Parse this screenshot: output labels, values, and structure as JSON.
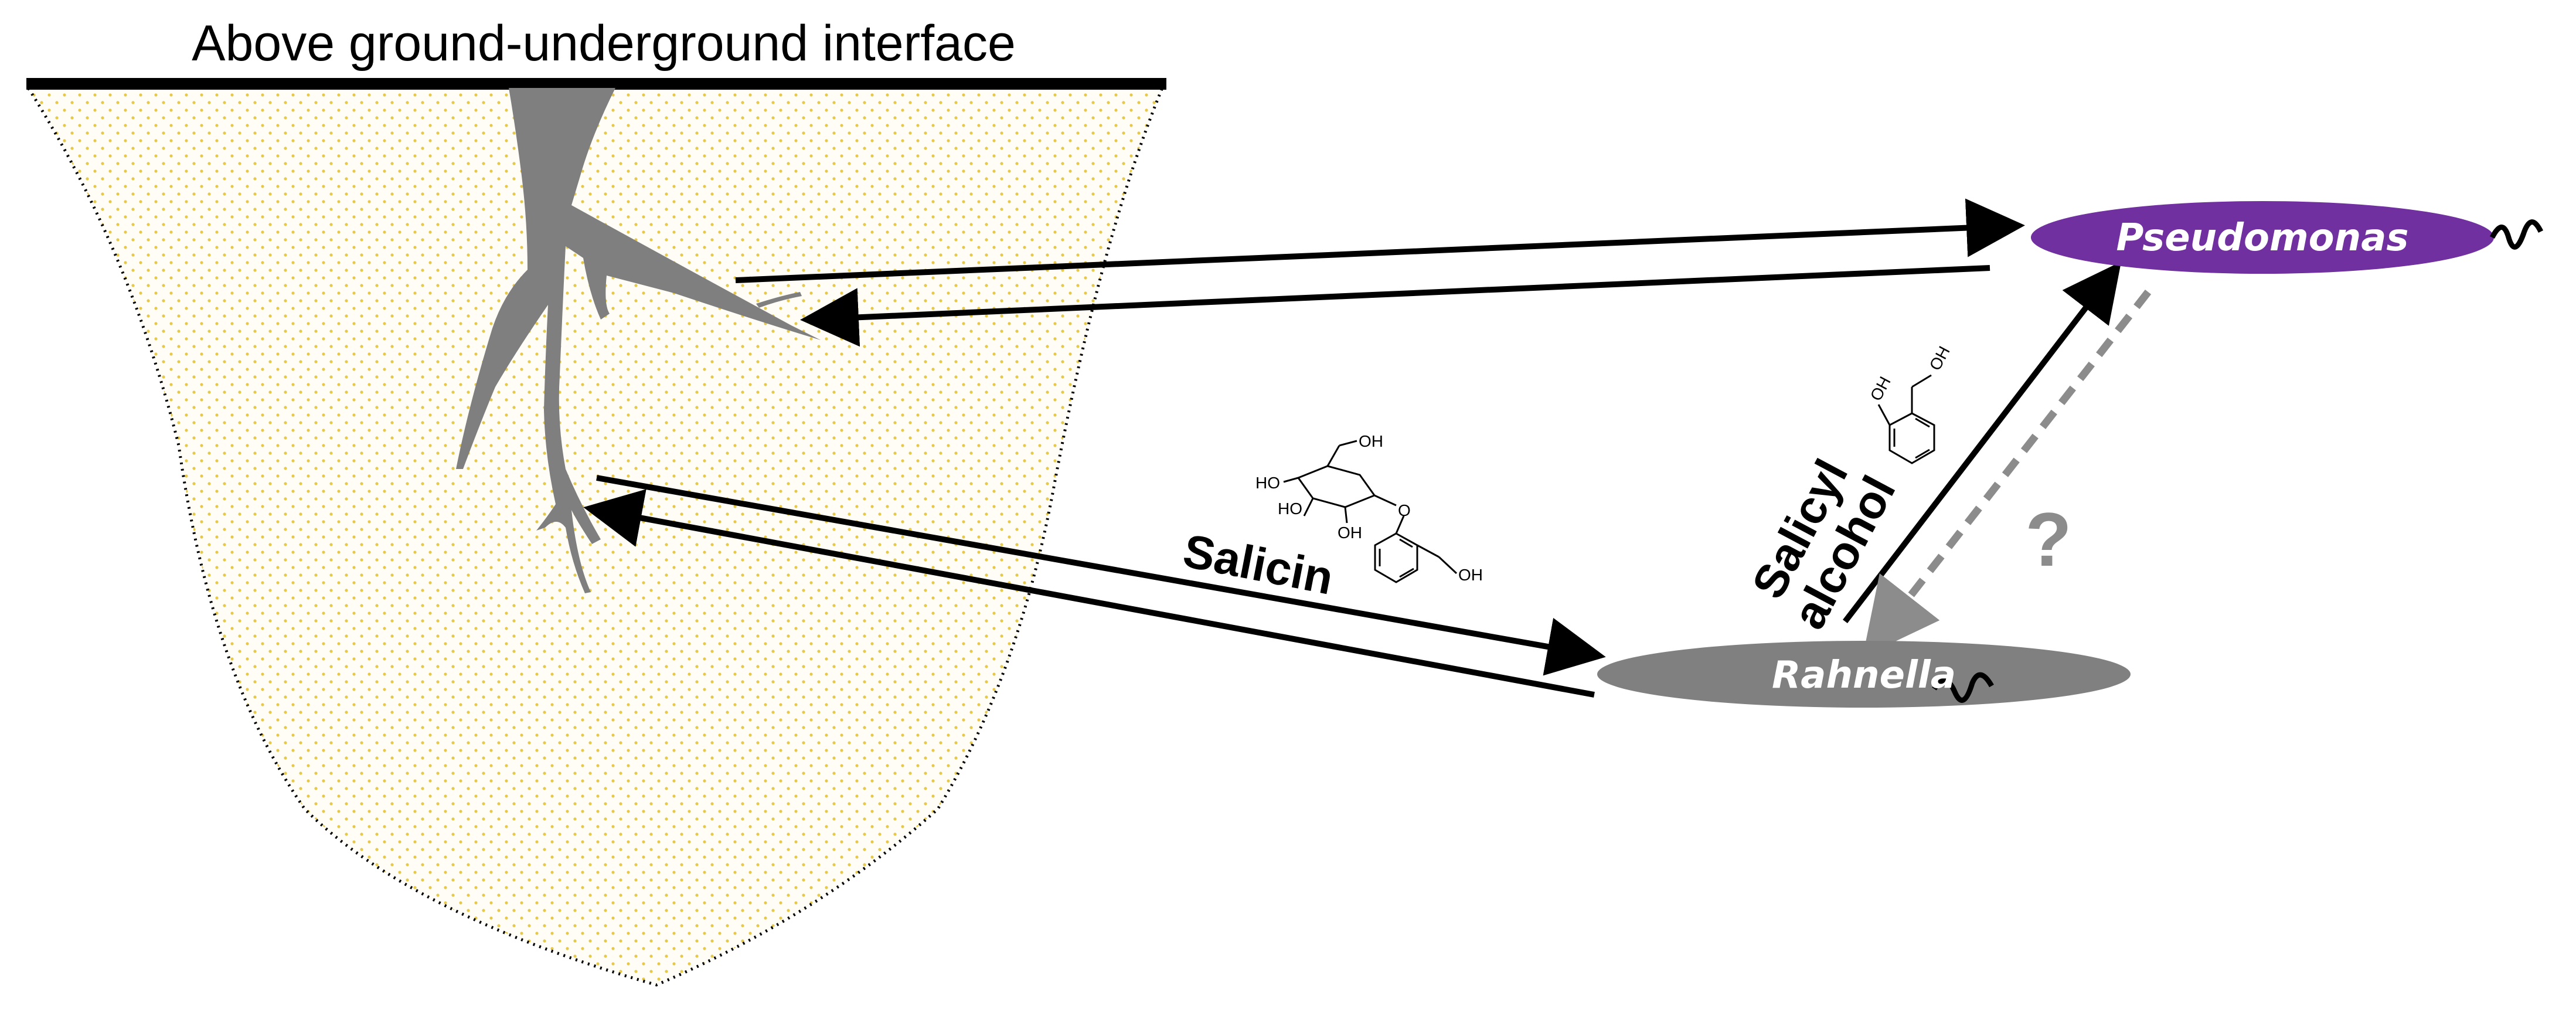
{
  "diagram": {
    "title": "Above ground-underground interface",
    "compounds": {
      "salicin": "Salicin",
      "salicyl_line1": "Salicyl",
      "salicyl_line2": "alcohol",
      "question_mark": "?"
    },
    "chem_labels": {
      "oh": "OH",
      "ho": "HO",
      "o": "O"
    },
    "organisms": {
      "pseudomonas": {
        "label": "Pseudomonas",
        "color": "#7030a0"
      },
      "rahnella": {
        "label": "Rahnella",
        "color": "#808080"
      }
    },
    "colors": {
      "root": "#7f7f7f",
      "soil_dots": "#e6c84a",
      "arrow": "#000000",
      "dashed_arrow": "#8c8c8c"
    }
  }
}
